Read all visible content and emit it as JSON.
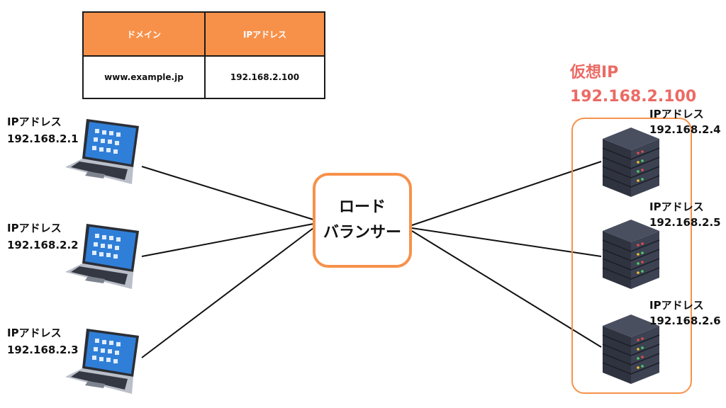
{
  "dns_table": {
    "header_domain": "ドメイン",
    "header_ip": "IPアドレス",
    "domain_value": "www.example.jp",
    "ip_value": "192.168.2.100"
  },
  "clients": [
    {
      "ip_label": "IPアドレス",
      "ip": "192.168.2.1"
    },
    {
      "ip_label": "IPアドレス",
      "ip": "192.168.2.2"
    },
    {
      "ip_label": "IPアドレス",
      "ip": "192.168.2.3"
    }
  ],
  "load_balancer": {
    "line1": "ロード",
    "line2": "バランサー"
  },
  "virtual_ip": {
    "label": "仮想IP",
    "ip": "192.168.2.100"
  },
  "servers": [
    {
      "ip_label": "IPアドレス",
      "ip": "192.168.2.4"
    },
    {
      "ip_label": "IPアドレス",
      "ip": "192.168.2.5"
    },
    {
      "ip_label": "IPアドレス",
      "ip": "192.168.2.6"
    }
  ],
  "colors": {
    "accent_orange": "#f7914a",
    "virtual_ip_red": "#ec6a64",
    "line": "#111111",
    "server_body": "#3d4252"
  },
  "icons": {
    "client": "laptop-icon",
    "server": "server-rack-icon"
  }
}
